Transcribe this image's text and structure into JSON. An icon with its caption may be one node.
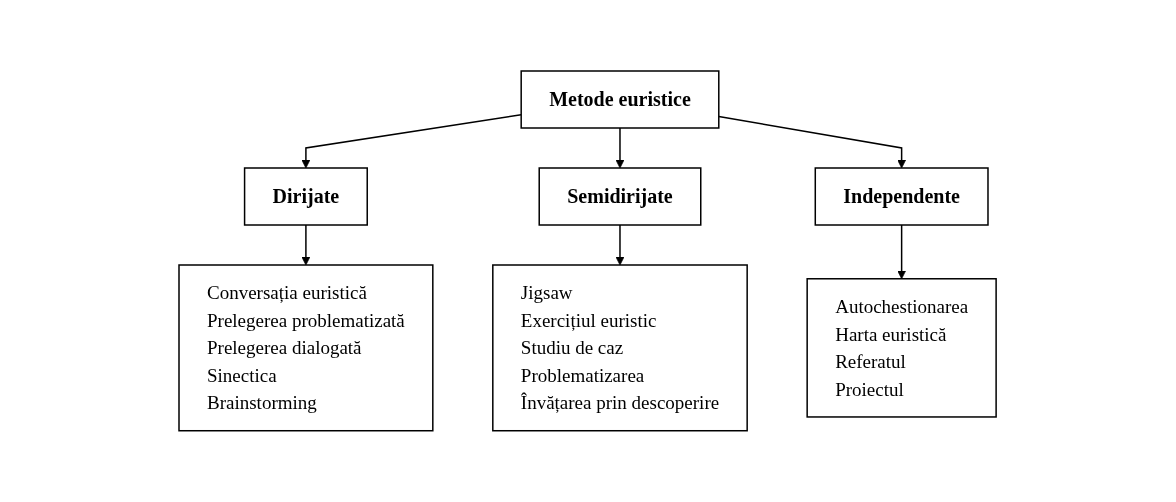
{
  "diagram": {
    "nodes": [
      {
        "text": [
          "Metode euristice"
        ]
      },
      {
        "text": [
          "Dirijate"
        ]
      },
      {
        "text": [
          "Semidirijate"
        ]
      },
      {
        "text": [
          "Independente"
        ]
      },
      {
        "text": [
          "Conversația euristică",
          "Prelegerea problematizată",
          "Prelegerea dialogată",
          "Sinectica",
          "Brainstorming"
        ]
      },
      {
        "text": [
          "Jigsaw",
          "Exercițiul euristic",
          "Studiu de caz",
          "Problematizarea",
          "Învățarea prin descoperire"
        ]
      },
      {
        "text": [
          "Autochestionarea",
          "Harta euristică",
          "Referatul",
          "Proiectul"
        ]
      }
    ],
    "edges": [
      {
        "from": 0,
        "to": 1,
        "arrow": "to"
      },
      {
        "from": 0,
        "to": 2,
        "arrow": "to"
      },
      {
        "from": 0,
        "to": 3,
        "arrow": "to"
      },
      {
        "from": 1,
        "to": 4,
        "arrow": "to"
      },
      {
        "from": 2,
        "to": 5,
        "arrow": "to"
      },
      {
        "from": 3,
        "to": 6,
        "arrow": "to"
      }
    ]
  }
}
